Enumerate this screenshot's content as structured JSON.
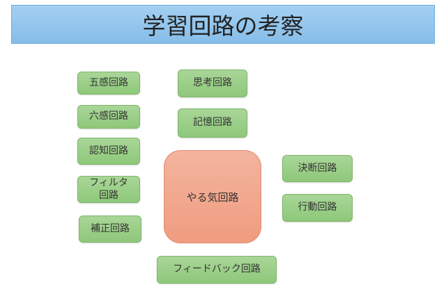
{
  "title": "学習回路の考察",
  "center": "やる気回路",
  "boxes": {
    "gokan": "五感回路",
    "rokkan": "六感回路",
    "ninchi": "認知回路",
    "filter_1": "フィルタ",
    "filter_2": "回路",
    "hosei": "補正回路",
    "shikou": "思考回路",
    "kioku": "記憶回路",
    "ketsudan": "決断回路",
    "koudou": "行動回路",
    "feedback": "フィードバック回路"
  },
  "colors": {
    "title_bg": "#8fc4ec",
    "box": "#9ccf87",
    "center": "#f2a88e"
  }
}
